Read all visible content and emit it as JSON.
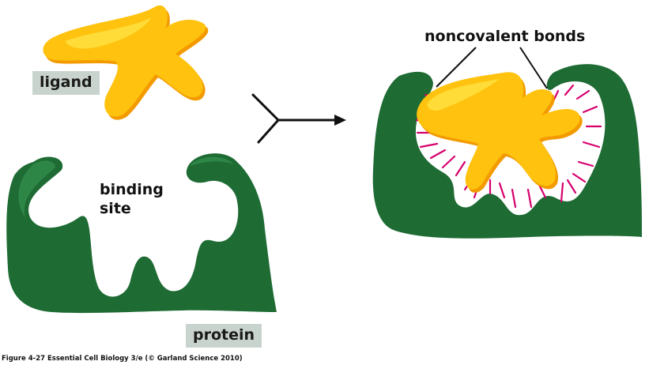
{
  "labels": {
    "ligand": "ligand",
    "binding_site": "binding\nsite",
    "protein": "protein",
    "bonds": "noncovalent bonds"
  },
  "caption": "Figure 4-27  Essential Cell Biology 3/e (© Garland Science 2010)",
  "colors": {
    "protein": "#1e6b34",
    "protein_highlight": "#2f8a48",
    "ligand": "#ffc20e",
    "ligand_highlight": "#ffe040",
    "ligand_shadow": "#f29a00",
    "bond": "#d6006e",
    "tag_bg": "#c9d3cd"
  }
}
